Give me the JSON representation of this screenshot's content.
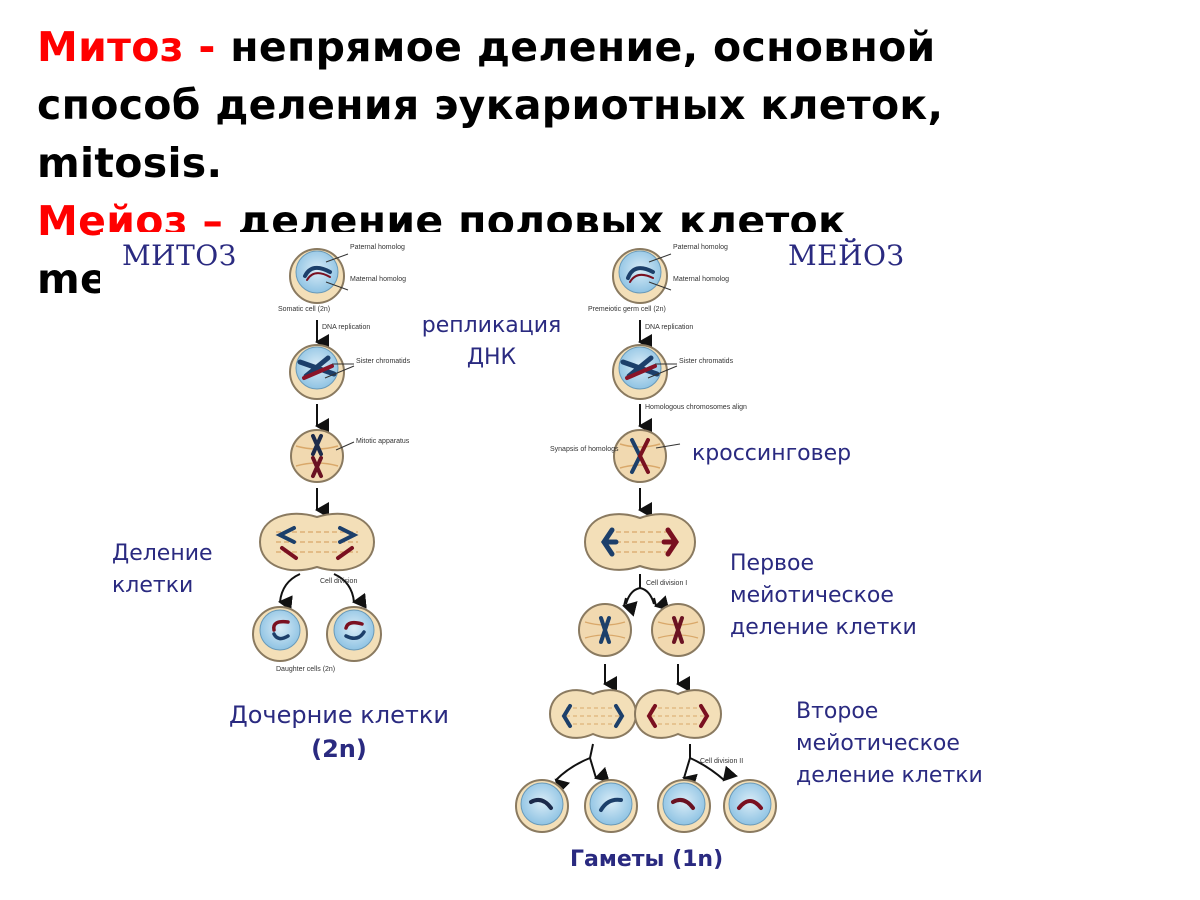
{
  "slide": {
    "mitosis_term": "Митоз -",
    "mitosis_def_1": " непрямое деление, основной",
    "mitosis_def_2": "способ деления эукариотных клеток,",
    "mitosis_def_3": "mitosis.",
    "meiosis_term": "Мейоз –",
    "meiosis_def_1": " деление половых клеток",
    "meiosis_def_2": "me"
  },
  "diagram": {
    "mitosis_title": "МИТОЗ",
    "meiosis_title": "МЕЙОЗ",
    "labels": {
      "replication": [
        "репликация",
        "ДНК"
      ],
      "crossing_over": "кроссинговер",
      "cell_division": [
        "Деление",
        "клетки"
      ],
      "daughter_cells": [
        "Дочерние клетки",
        "(2n)"
      ],
      "first_meiotic": [
        "Первое",
        "мейотическое",
        "деление клетки"
      ],
      "second_meiotic": [
        "Второе",
        "мейотическое",
        "деление клетки"
      ],
      "gametes": "Гаметы  (1n)"
    },
    "small_labels": {
      "paternal_homolog": "Paternal homolog",
      "maternal_homolog": "Maternal homolog",
      "somatic_cell": "Somatic cell (2n)",
      "premeiotic_cell": "Premeiotic germ cell (2n)",
      "dna_replication": "DNA replication",
      "sister_chromatids": "Sister chromatids",
      "mitotic_apparatus": "Mitotic apparatus",
      "homologous_align": "Homologous chromosomes align",
      "synapsis": "Synapsis of homologs",
      "cell_division": "Cell division",
      "cell_division_1": "Cell division I",
      "cell_division_2": "Cell division II",
      "daughter_cells": "Daughter cells (2n)"
    }
  }
}
